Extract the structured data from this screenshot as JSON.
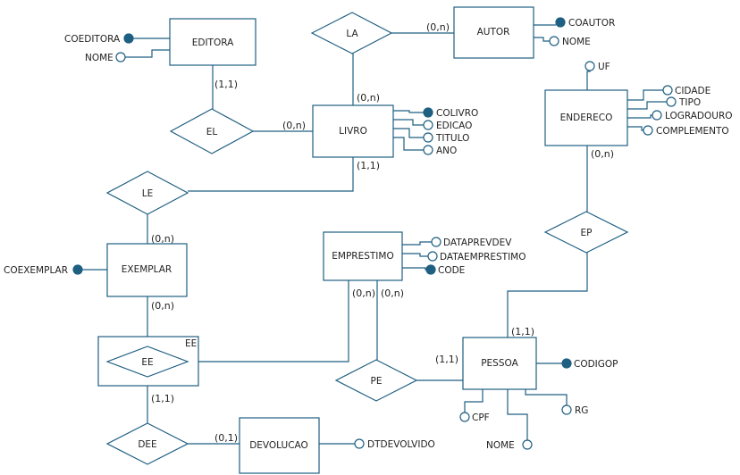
{
  "colors": {
    "line": "#1f5f82",
    "key_attr": "#1f5f82",
    "text": "#222222"
  },
  "entities": {
    "editora": "EDITORA",
    "autor": "AUTOR",
    "livro": "LIVRO",
    "endereco": "ENDERECO",
    "exemplar": "EXEMPLAR",
    "emprestimo": "EMPRESTIMO",
    "pessoa": "PESSOA",
    "devolucao": "DEVOLUCAO",
    "ee_aggregate": "EE"
  },
  "relationships": {
    "la": "LA",
    "el": "EL",
    "le": "LE",
    "ep": "EP",
    "ee": "EE",
    "pe": "PE",
    "dee": "DEE"
  },
  "attributes": {
    "coeditora": "COEDITORA",
    "editora_nome": "NOME",
    "coautor": "COAUTOR",
    "autor_nome": "NOME",
    "colivro": "COLIVRO",
    "edicao": "EDICAO",
    "titulo": "TITULO",
    "ano": "ANO",
    "uf": "UF",
    "cidade": "CIDADE",
    "tipo": "TIPO",
    "logradouro": "LOGRADOURO",
    "complemento": "COMPLEMENTO",
    "coexemplar": "COEXEMPLAR",
    "dataprevdev": "DATAPREVDEV",
    "dataemprestimo": "DATAEMPRESTIMO",
    "code": "CODE",
    "codigop": "CODIGOP",
    "cpf": "CPF",
    "rg": "RG",
    "pessoa_nome": "NOME",
    "dtdevolvido": "DTDEVOLVIDO"
  },
  "cardinalities": {
    "editora_el": "(1,1)",
    "livro_el": "(0,n)",
    "autor_la": "(0,n)",
    "livro_la": "(0,n)",
    "livro_le": "(1,1)",
    "exemplar_le": "(0,n)",
    "exemplar_ee": "(0,n)",
    "ee_dee": "(1,1)",
    "devolucao_dee": "(0,1)",
    "emprestimo_ee": "(0,n)",
    "emprestimo_pe": "(0,n)",
    "pessoa_pe": "(1,1)",
    "pessoa_ep": "(1,1)",
    "endereco_ep": "(0,n)"
  }
}
